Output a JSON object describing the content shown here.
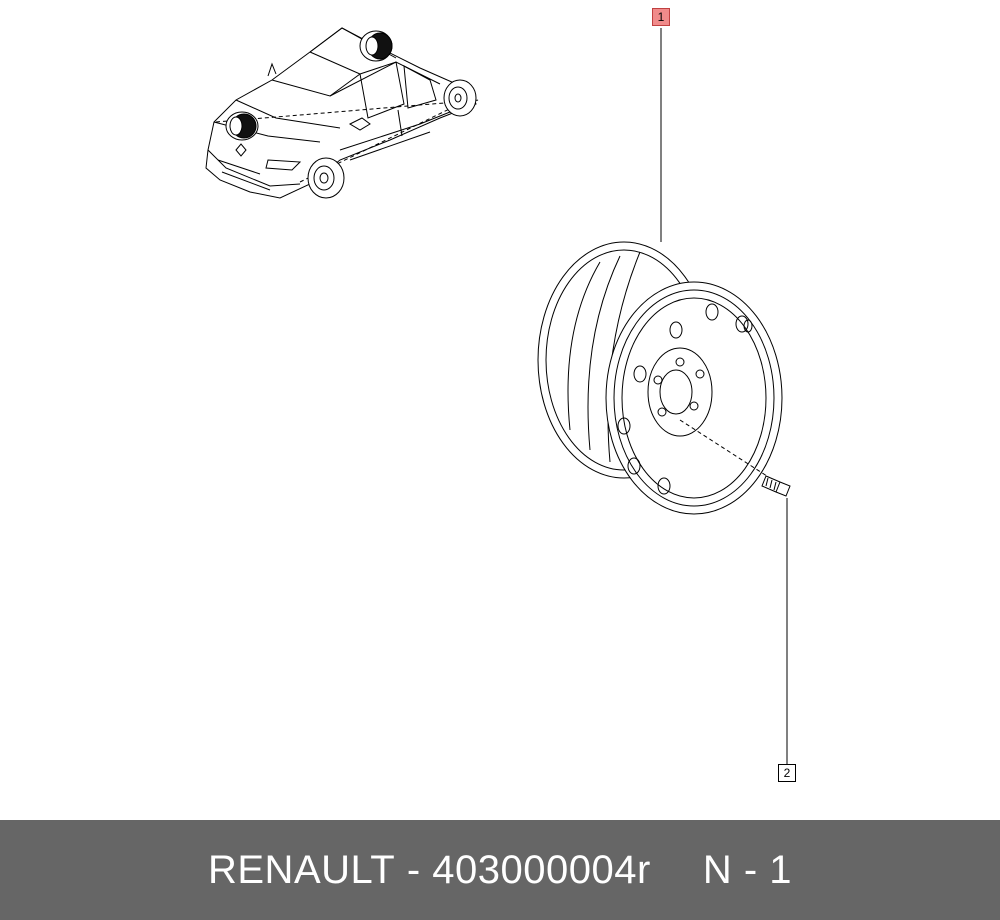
{
  "callouts": {
    "wheel": "1",
    "bolt": "2"
  },
  "footer": {
    "brand": "RENAULT",
    "separator": " - ",
    "part_number": "403000004r",
    "quantity": "N - 1"
  },
  "colors": {
    "footer_bg": "#666666",
    "highlight": "#f08b8b",
    "line": "#000000"
  }
}
